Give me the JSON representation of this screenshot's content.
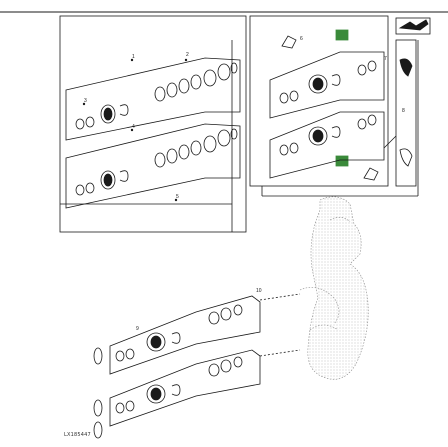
{
  "figure": {
    "reference_code": "LX185447",
    "callouts": [
      "1",
      "2",
      "3",
      "4",
      "5",
      "6",
      "7",
      "8",
      "9",
      "10"
    ],
    "colors": {
      "line": "#1a1a1a",
      "accent_green": "#3a8a3a",
      "background": "#ffffff",
      "hatch": "#888888"
    }
  }
}
